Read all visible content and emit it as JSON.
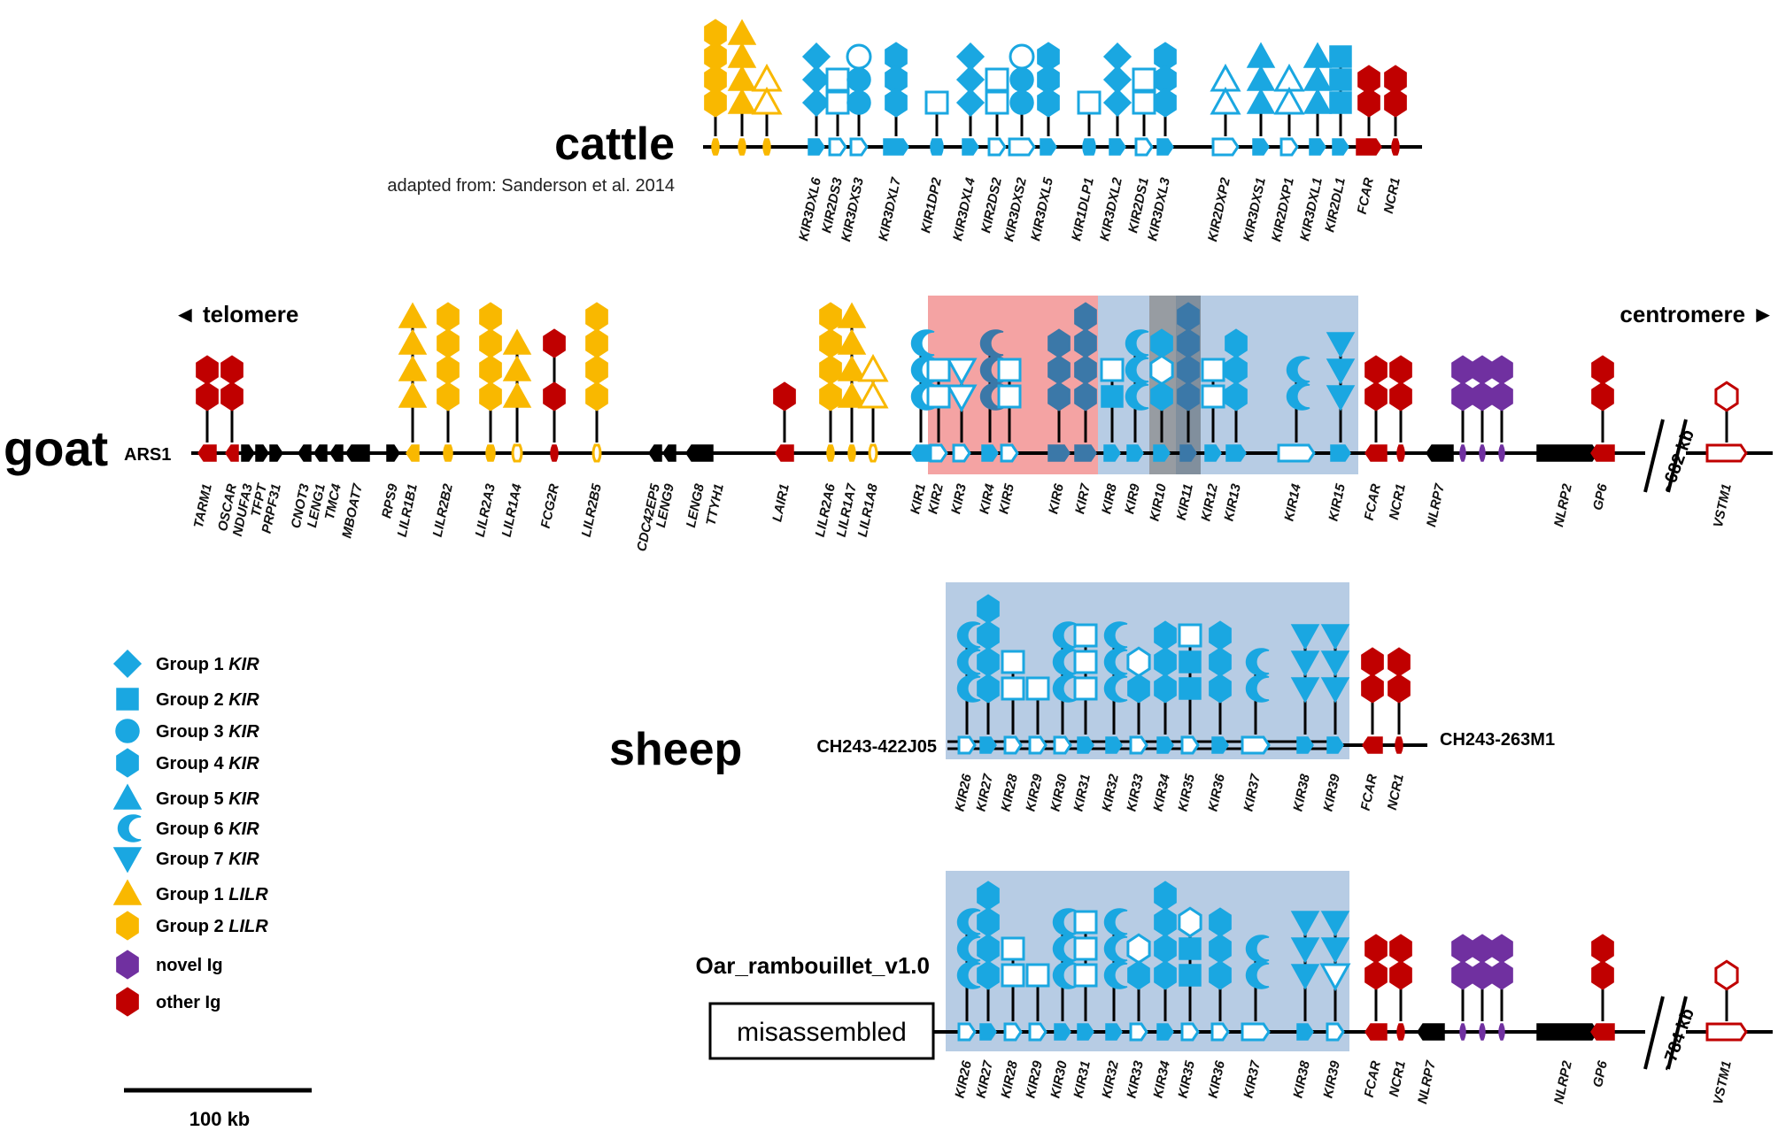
{
  "colors": {
    "kir": "#1aa7e1",
    "kir_dark": "#3b78a8",
    "lilr": "#f9b800",
    "other_ig": "#c00000",
    "novel_ig": "#7030a0",
    "other_gene": "#000000",
    "region_red": "#f4a3a3",
    "region_blue": "#b7cce4",
    "region_grey": "#8c8c8c"
  },
  "cattle": {
    "name": "cattle",
    "citation": "adapted from: Sanderson et al. 2014",
    "genes": [
      "KIR3DXL6",
      "KIR2DS3",
      "KIR3DXS3",
      "KIR3DXL7",
      "KIR1DP2",
      "KIR3DXL4",
      "KIR2DS2",
      "KIR3DXS2",
      "KIR3DXL5",
      "KIR1DLP1",
      "KIR3DXL2",
      "KIR2DS1",
      "KIR3DXL3",
      "KIR2DXP2",
      "KIR3DXS1",
      "KIR2DXP1",
      "KIR3DXL1",
      "KIR2DL1",
      "FCAR",
      "NCR1"
    ]
  },
  "goat": {
    "name": "goat",
    "assembly": "ARS1",
    "telomere": "◄ telomere",
    "centromere": "centromere ►",
    "gap": "~682 kb",
    "genes": [
      "TARM1",
      "OSCAR",
      "NDUFA3",
      "TFPT",
      "PRPF31",
      "CNOT3",
      "LENG1",
      "TMC4",
      "MBOAT7",
      "RPS9",
      "LILR1B1",
      "LILR2B2",
      "LILR2A3",
      "LILR1A4",
      "FCG2R",
      "LILR2B5",
      "CDC42EP5",
      "LENG9",
      "LENG8",
      "TTYH1",
      "LAIR1",
      "LILR2A6",
      "LILR1A7",
      "LILR1A8",
      "KIR1",
      "KIR2",
      "KIR3",
      "KIR4",
      "KIR5",
      "KIR6",
      "KIR7",
      "KIR8",
      "KIR9",
      "KIR10",
      "KIR11",
      "KIR12",
      "KIR13",
      "KIR14",
      "KIR15",
      "FCAR",
      "NCR1",
      "NLRP7",
      "NLRP2",
      "GP6",
      "VSTM1"
    ]
  },
  "sheep": {
    "name": "sheep",
    "left_clone": "CH243-422J05",
    "right_clone": "CH243-263M1",
    "genes": [
      "KIR26",
      "KIR27",
      "KIR28",
      "KIR29",
      "KIR30",
      "KIR31",
      "KIR32",
      "KIR33",
      "KIR34",
      "KIR35",
      "KIR36",
      "KIR37",
      "KIR38",
      "KIR39",
      "FCAR",
      "NCR1"
    ]
  },
  "rambouillet": {
    "assembly": "Oar_rambouillet_v1.0",
    "misassembled": "misassembled",
    "gap": "~784 kb",
    "genes": [
      "KIR26",
      "KIR27",
      "KIR28",
      "KIR29",
      "KIR30",
      "KIR31",
      "KIR32",
      "KIR33",
      "KIR34",
      "KIR35",
      "KIR36",
      "KIR37",
      "KIR38",
      "KIR39",
      "FCAR",
      "NCR1",
      "NLRP7",
      "NLRP2",
      "GP6",
      "VSTM1"
    ]
  },
  "legend": [
    {
      "icon": "diamond-icon",
      "color": "#1aa7e1",
      "prefix": "Group 1 ",
      "suffix": "KIR"
    },
    {
      "icon": "square-icon",
      "color": "#1aa7e1",
      "prefix": "Group 2 ",
      "suffix": "KIR"
    },
    {
      "icon": "circle-icon",
      "color": "#1aa7e1",
      "prefix": "Group 3 ",
      "suffix": "KIR"
    },
    {
      "icon": "hexagon-icon",
      "color": "#1aa7e1",
      "prefix": "Group 4 ",
      "suffix": "KIR"
    },
    {
      "icon": "triangle-up-icon",
      "color": "#1aa7e1",
      "prefix": "Group 5 ",
      "suffix": "KIR"
    },
    {
      "icon": "crescent-icon",
      "color": "#1aa7e1",
      "prefix": "Group 6 ",
      "suffix": "KIR"
    },
    {
      "icon": "triangle-down-icon",
      "color": "#1aa7e1",
      "prefix": "Group 7 ",
      "suffix": "KIR"
    },
    {
      "icon": "triangle-up-icon",
      "color": "#f9b800",
      "prefix": "Group 1 ",
      "suffix": "LILR"
    },
    {
      "icon": "hexagon-icon",
      "color": "#f9b800",
      "prefix": "Group 2 ",
      "suffix": "LILR"
    },
    {
      "icon": "hexagon-icon",
      "color": "#7030a0",
      "prefix": "novel Ig",
      "suffix": ""
    },
    {
      "icon": "hexagon-icon",
      "color": "#c00000",
      "prefix": "other Ig",
      "suffix": ""
    }
  ],
  "scale_bar": "100 kb"
}
